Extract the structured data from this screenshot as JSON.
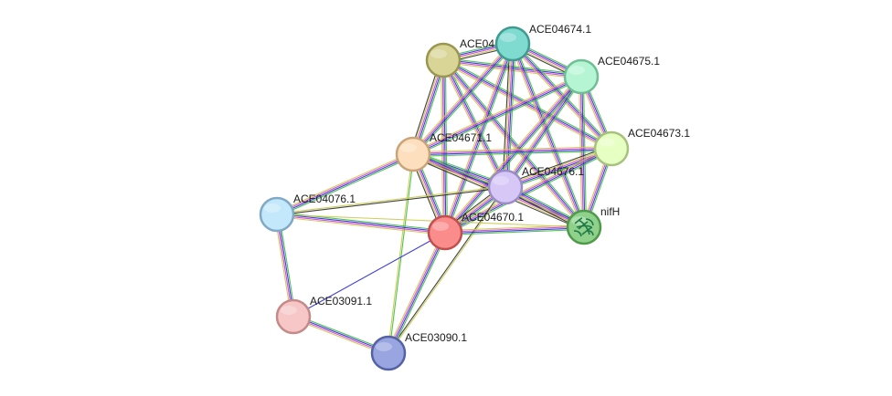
{
  "network": {
    "nodes": [
      {
        "id": "ACE04672.1",
        "label": "ACE04",
        "fill": "#d9d596",
        "stroke": "#9a9650"
      },
      {
        "id": "ACE04674.1",
        "label": "ACE04674.1",
        "fill": "#7fdad0",
        "stroke": "#3f9a90"
      },
      {
        "id": "ACE04675.1",
        "label": "ACE04675.1",
        "fill": "#b6f5d4",
        "stroke": "#6fbf95"
      },
      {
        "id": "ACE04673.1",
        "label": "ACE04673.1",
        "fill": "#e6ffc2",
        "stroke": "#a7c27c"
      },
      {
        "id": "ACE04671.1",
        "label": "ACE04671.1",
        "fill": "#fddfbd",
        "stroke": "#c9a47a"
      },
      {
        "id": "ACE04676.1",
        "label": "ACE04676.1",
        "fill": "#d6c7f7",
        "stroke": "#9a8cc4"
      },
      {
        "id": "nifH",
        "label": "nifH",
        "fill": "#8fd18a",
        "stroke": "#4e9a4a",
        "has_structure": true
      },
      {
        "id": "ACE04670.1",
        "label": "ACE04670.1",
        "fill": "#fb8c8c",
        "stroke": "#c05050"
      },
      {
        "id": "ACE04076.1",
        "label": "ACE04076.1",
        "fill": "#c4e8fb",
        "stroke": "#7fa9c4"
      },
      {
        "id": "ACE03091.1",
        "label": "ACE03091.1",
        "fill": "#f7c6c6",
        "stroke": "#c48a8a"
      },
      {
        "id": "ACE03090.1",
        "label": "ACE03090.1",
        "fill": "#99a5e0",
        "stroke": "#5561a5"
      }
    ],
    "edges": [
      {
        "a": "ACE04672.1",
        "b": "ACE04674.1",
        "types": [
          "green",
          "blue",
          "magenta",
          "olive",
          "black"
        ]
      },
      {
        "a": "ACE04672.1",
        "b": "ACE04675.1",
        "types": [
          "green",
          "blue",
          "magenta",
          "olive"
        ]
      },
      {
        "a": "ACE04672.1",
        "b": "ACE04673.1",
        "types": [
          "green",
          "blue",
          "magenta",
          "olive"
        ]
      },
      {
        "a": "ACE04672.1",
        "b": "ACE04671.1",
        "types": [
          "green",
          "blue",
          "magenta",
          "olive",
          "black"
        ]
      },
      {
        "a": "ACE04672.1",
        "b": "ACE04676.1",
        "types": [
          "green",
          "blue",
          "magenta",
          "olive"
        ]
      },
      {
        "a": "ACE04672.1",
        "b": "nifH",
        "types": [
          "green",
          "blue",
          "magenta",
          "olive"
        ]
      },
      {
        "a": "ACE04672.1",
        "b": "ACE04670.1",
        "types": [
          "green",
          "blue",
          "magenta",
          "olive"
        ]
      },
      {
        "a": "ACE04674.1",
        "b": "ACE04675.1",
        "types": [
          "green",
          "blue",
          "magenta",
          "olive",
          "black"
        ]
      },
      {
        "a": "ACE04674.1",
        "b": "ACE04673.1",
        "types": [
          "green",
          "blue",
          "magenta",
          "olive"
        ]
      },
      {
        "a": "ACE04674.1",
        "b": "ACE04671.1",
        "types": [
          "green",
          "blue",
          "magenta",
          "olive"
        ]
      },
      {
        "a": "ACE04674.1",
        "b": "ACE04676.1",
        "types": [
          "green",
          "blue",
          "magenta",
          "olive",
          "black"
        ]
      },
      {
        "a": "ACE04674.1",
        "b": "nifH",
        "types": [
          "green",
          "blue",
          "magenta",
          "olive"
        ]
      },
      {
        "a": "ACE04674.1",
        "b": "ACE04670.1",
        "types": [
          "green",
          "blue",
          "magenta",
          "olive"
        ]
      },
      {
        "a": "ACE04675.1",
        "b": "ACE04673.1",
        "types": [
          "green",
          "blue",
          "magenta",
          "olive"
        ]
      },
      {
        "a": "ACE04675.1",
        "b": "ACE04671.1",
        "types": [
          "green",
          "blue",
          "magenta",
          "olive"
        ]
      },
      {
        "a": "ACE04675.1",
        "b": "ACE04676.1",
        "types": [
          "green",
          "blue",
          "magenta",
          "olive"
        ]
      },
      {
        "a": "ACE04675.1",
        "b": "nifH",
        "types": [
          "green",
          "blue",
          "magenta",
          "olive"
        ]
      },
      {
        "a": "ACE04675.1",
        "b": "ACE04670.1",
        "types": [
          "green",
          "blue",
          "magenta",
          "olive"
        ]
      },
      {
        "a": "ACE04673.1",
        "b": "ACE04671.1",
        "types": [
          "green",
          "blue",
          "magenta",
          "olive"
        ]
      },
      {
        "a": "ACE04673.1",
        "b": "ACE04676.1",
        "types": [
          "green",
          "blue",
          "magenta",
          "olive",
          "black"
        ]
      },
      {
        "a": "ACE04673.1",
        "b": "nifH",
        "types": [
          "green",
          "blue",
          "magenta",
          "olive"
        ]
      },
      {
        "a": "ACE04673.1",
        "b": "ACE04670.1",
        "types": [
          "green",
          "blue",
          "magenta",
          "olive"
        ]
      },
      {
        "a": "ACE04671.1",
        "b": "ACE04676.1",
        "types": [
          "green",
          "blue",
          "magenta",
          "olive",
          "black"
        ]
      },
      {
        "a": "ACE04671.1",
        "b": "nifH",
        "types": [
          "green",
          "blue",
          "magenta",
          "olive",
          "black"
        ]
      },
      {
        "a": "ACE04671.1",
        "b": "ACE04670.1",
        "types": [
          "green",
          "blue",
          "magenta",
          "olive",
          "black"
        ]
      },
      {
        "a": "ACE04671.1",
        "b": "ACE04076.1",
        "types": [
          "green",
          "blue",
          "magenta",
          "olive"
        ]
      },
      {
        "a": "ACE04671.1",
        "b": "ACE03090.1",
        "types": [
          "green",
          "olive"
        ]
      },
      {
        "a": "ACE04676.1",
        "b": "nifH",
        "types": [
          "green",
          "blue",
          "magenta",
          "olive",
          "black"
        ]
      },
      {
        "a": "ACE04676.1",
        "b": "ACE04670.1",
        "types": [
          "green",
          "blue",
          "magenta",
          "olive",
          "black"
        ]
      },
      {
        "a": "ACE04676.1",
        "b": "ACE04076.1",
        "types": [
          "black",
          "olive"
        ]
      },
      {
        "a": "ACE04676.1",
        "b": "ACE03090.1",
        "types": [
          "olive",
          "black"
        ]
      },
      {
        "a": "nifH",
        "b": "ACE04670.1",
        "types": [
          "green",
          "blue",
          "magenta",
          "olive"
        ]
      },
      {
        "a": "ACE04076.1",
        "b": "ACE04670.1",
        "types": [
          "green",
          "blue",
          "magenta",
          "olive"
        ]
      },
      {
        "a": "ACE04076.1",
        "b": "nifH",
        "types": [
          "olive"
        ]
      },
      {
        "a": "ACE04076.1",
        "b": "ACE03091.1",
        "types": [
          "green",
          "blue",
          "magenta",
          "olive"
        ]
      },
      {
        "a": "ACE03091.1",
        "b": "ACE04670.1",
        "types": [
          "blue"
        ]
      },
      {
        "a": "ACE03091.1",
        "b": "ACE03090.1",
        "types": [
          "green",
          "blue",
          "magenta",
          "olive"
        ]
      },
      {
        "a": "ACE04670.1",
        "b": "ACE03090.1",
        "types": [
          "green",
          "blue",
          "magenta",
          "olive"
        ]
      }
    ],
    "edge_colors": {
      "green": "#3cbf3c",
      "blue": "#2b2bd6",
      "magenta": "#d23cd2",
      "olive": "#c9c94a",
      "black": "#2d2d2d"
    }
  }
}
